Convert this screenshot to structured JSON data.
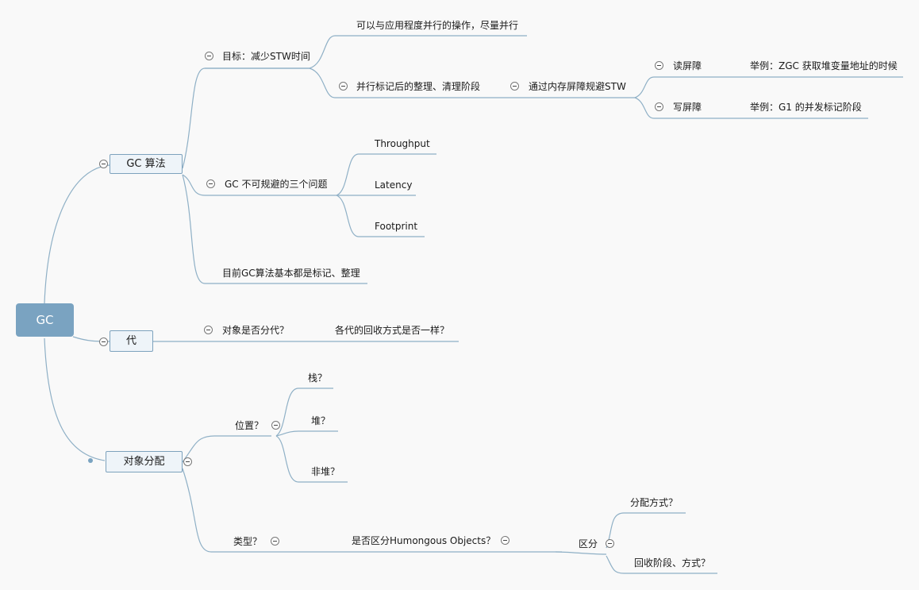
{
  "root": "GC",
  "algo": {
    "label": "GC 算法",
    "goal": "目标：减少STW时间",
    "parallel_ops": "可以与应用程度并行的操作，尽量并行",
    "after_mark": "并行标记后的整理、清理阶段",
    "barrier_avoid": "通过内存屏障规避STW",
    "read_barrier": "读屏障",
    "read_example": "举例：ZGC 获取堆变量地址的时候",
    "write_barrier": "写屏障",
    "write_example": "举例：G1 的并发标记阶段",
    "problems": "GC 不可规避的三个问题",
    "throughput": "Throughput",
    "latency": "Latency",
    "footprint": "Footprint",
    "current": "目前GC算法基本都是标记、整理"
  },
  "gen": {
    "label": "代",
    "is_gen": "对象是否分代？",
    "same_way": "各代的回收方式是否一样？"
  },
  "alloc": {
    "label": "对象分配",
    "position": "位置？",
    "stack": "栈？",
    "heap": "堆？",
    "nonheap": "非堆？",
    "type": "类型？",
    "humongous": "是否区分Humongous Objects？",
    "distinguish": "区分",
    "alloc_way": "分配方式？",
    "recycle": "回收阶段、方式？"
  }
}
